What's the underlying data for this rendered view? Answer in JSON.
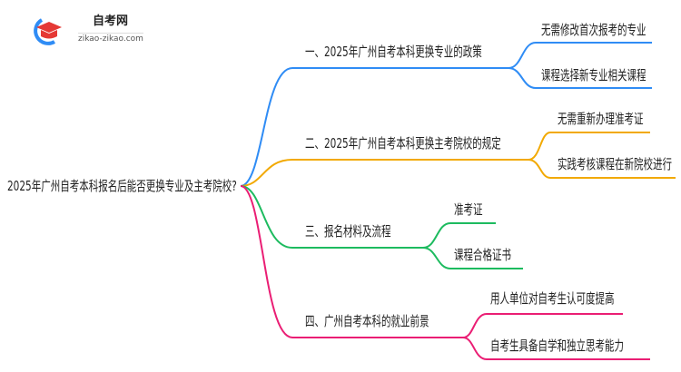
{
  "logo": {
    "title": "自考网",
    "url": "zikao-zikao.com"
  },
  "root": "2025年广州自考本科报名后能否更换专业及主考院校?",
  "colors": {
    "blue": "#2f8cf5",
    "orange": "#f2a900",
    "green": "#1dbb5f",
    "pink": "#ea1e74"
  },
  "branches": [
    {
      "label": "一、2025年广州自考本科更换专业的政策",
      "children": [
        "无需修改首次报考的专业",
        "课程选择新专业相关课程"
      ]
    },
    {
      "label": "二、2025年广州自考本科更换主考院校的规定",
      "children": [
        "无需重新办理准考证",
        "实践考核课程在新院校进行"
      ]
    },
    {
      "label": "三、报名材料及流程",
      "children": [
        "准考证",
        "课程合格证书"
      ]
    },
    {
      "label": "四、广州自考本科的就业前景",
      "children": [
        "用人单位对自考生认可度提高",
        "自考生具备自学和独立思考能力"
      ]
    }
  ]
}
